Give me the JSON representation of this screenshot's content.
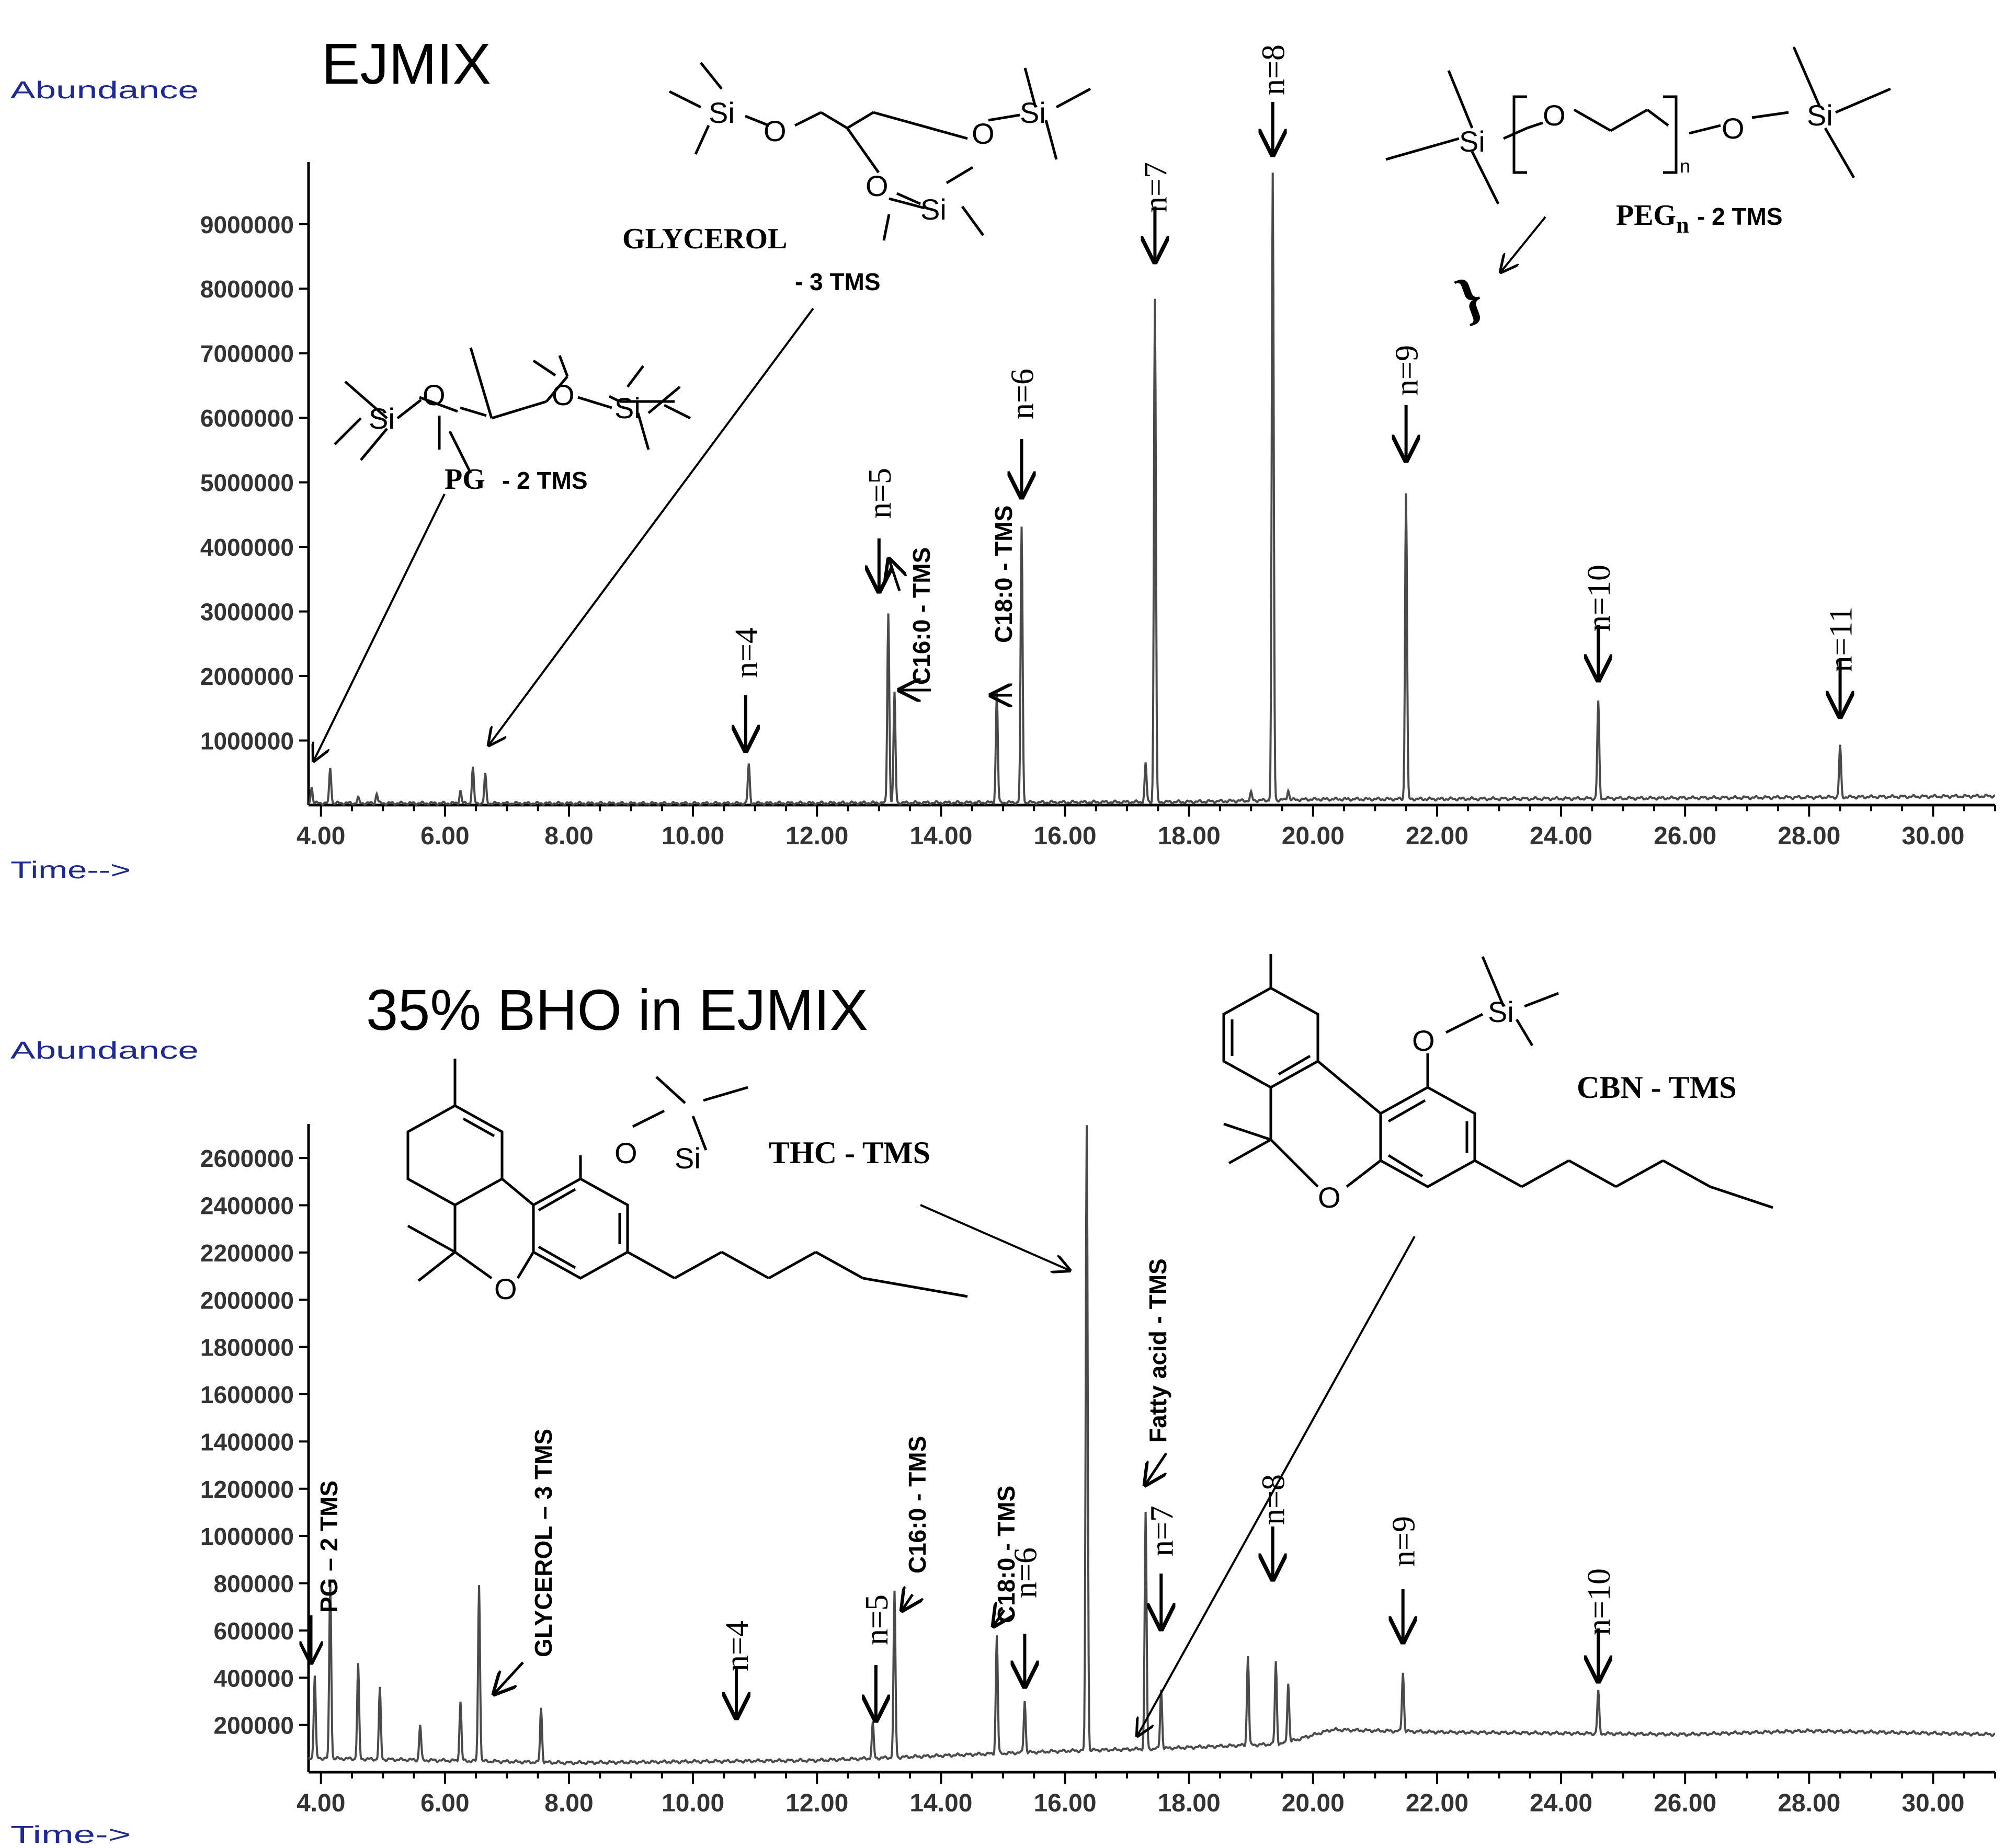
{
  "colors": {
    "trace": "#4a4a4a",
    "axis": "#000000",
    "small_label": "#1f2a8a"
  },
  "chart_data": [
    {
      "type": "line",
      "title": "EJMIX",
      "ylabel": "Abundance",
      "xlabel": "Time-->",
      "xlim": [
        3.8,
        31.0
      ],
      "ylim": [
        0,
        9800000
      ],
      "y_ticks": [
        1000000,
        2000000,
        3000000,
        4000000,
        5000000,
        6000000,
        7000000,
        8000000,
        9000000
      ],
      "y_tick_labels": [
        "1000000",
        "2000000",
        "3000000",
        "4000000",
        "5000000",
        "6000000",
        "7000000",
        "8000000",
        "9000000"
      ],
      "x_ticks": [
        4,
        6,
        8,
        10,
        12,
        14,
        16,
        18,
        20,
        22,
        24,
        26,
        28,
        30
      ],
      "x_tick_labels": [
        "4.00",
        "6.00",
        "8.00",
        "10.00",
        "12.00",
        "14.00",
        "16.00",
        "18.00",
        "20.00",
        "22.00",
        "24.00",
        "26.00",
        "28.00",
        "30.00"
      ],
      "baseline": [
        [
          3.8,
          30000
        ],
        [
          10,
          25000
        ],
        [
          18,
          50000
        ],
        [
          20,
          90000
        ],
        [
          24,
          100000
        ],
        [
          28,
          120000
        ],
        [
          31,
          140000
        ]
      ],
      "peaks": [
        [
          3.85,
          250000
        ],
        [
          4.15,
          550000
        ],
        [
          4.6,
          80000
        ],
        [
          4.9,
          150000
        ],
        [
          6.25,
          200000
        ],
        [
          6.45,
          550000
        ],
        [
          6.65,
          450000
        ],
        [
          10.9,
          600000
        ],
        [
          13.15,
          2950000
        ],
        [
          13.25,
          1700000
        ],
        [
          14.9,
          1700000
        ],
        [
          15.3,
          4250000
        ],
        [
          17.3,
          600000
        ],
        [
          17.45,
          7800000
        ],
        [
          19.0,
          120000
        ],
        [
          19.35,
          9700000
        ],
        [
          19.6,
          150000
        ],
        [
          21.5,
          4750000
        ],
        [
          24.6,
          1500000
        ],
        [
          28.5,
          800000
        ]
      ],
      "annotations": [
        {
          "id": "pg",
          "text": "PG",
          "suffix": "- 2 TMS"
        },
        {
          "id": "glycerol",
          "text": "GLYCEROL",
          "suffix": "- 3 TMS"
        },
        {
          "id": "peg",
          "text": "PEG",
          "sub": "n",
          "suffix": "- 2 TMS"
        },
        {
          "id": "c16",
          "text": "C16:0 - TMS"
        },
        {
          "id": "c18",
          "text": "C18:0 - TMS"
        }
      ],
      "peak_labels": [
        "n=4",
        "n=5",
        "n=6",
        "n=7",
        "n=8",
        "n=9",
        "n=10",
        "n=11"
      ]
    },
    {
      "type": "line",
      "title": "35% BHO in EJMIX",
      "ylabel": "Abundance",
      "xlabel": "Time->",
      "xlim": [
        3.8,
        31.0
      ],
      "ylim": [
        0,
        2700000
      ],
      "y_ticks": [
        200000,
        400000,
        600000,
        800000,
        1000000,
        1200000,
        1400000,
        1600000,
        1800000,
        2000000,
        2200000,
        2400000,
        2600000
      ],
      "y_tick_labels": [
        "200000",
        "400000",
        "600000",
        "800000",
        "1000000",
        "1200000",
        "1400000",
        "1600000",
        "1800000",
        "2000000",
        "2200000",
        "2400000",
        "2600000"
      ],
      "x_ticks": [
        4,
        6,
        8,
        10,
        12,
        14,
        16,
        18,
        20,
        22,
        24,
        26,
        28,
        30
      ],
      "x_tick_labels": [
        "4.00",
        "6.00",
        "8.00",
        "10.00",
        "12.00",
        "14.00",
        "16.00",
        "18.00",
        "20.00",
        "22.00",
        "24.00",
        "26.00",
        "28.00",
        "30.00"
      ],
      "baseline": [
        [
          3.8,
          60000
        ],
        [
          8,
          40000
        ],
        [
          12,
          50000
        ],
        [
          16,
          90000
        ],
        [
          17.5,
          100000
        ],
        [
          19.5,
          120000
        ],
        [
          20.3,
          180000
        ],
        [
          22,
          170000
        ],
        [
          26,
          160000
        ],
        [
          28,
          175000
        ],
        [
          31,
          160000
        ]
      ],
      "peaks": [
        [
          3.9,
          350000
        ],
        [
          4.15,
          750000
        ],
        [
          4.6,
          400000
        ],
        [
          4.95,
          300000
        ],
        [
          5.6,
          150000
        ],
        [
          6.25,
          250000
        ],
        [
          6.55,
          750000
        ],
        [
          7.55,
          230000
        ],
        [
          12.9,
          150000
        ],
        [
          13.25,
          700000
        ],
        [
          14.9,
          500000
        ],
        [
          15.35,
          220000
        ],
        [
          16.35,
          2650000
        ],
        [
          17.3,
          1000000
        ],
        [
          17.55,
          250000
        ],
        [
          18.95,
          380000
        ],
        [
          19.4,
          350000
        ],
        [
          19.6,
          250000
        ],
        [
          21.45,
          250000
        ],
        [
          24.6,
          180000
        ]
      ],
      "annotations": [
        {
          "id": "pg",
          "text": "PG – 2 TMS"
        },
        {
          "id": "glycerol",
          "text": "GLYCEROL – 3 TMS"
        },
        {
          "id": "c16",
          "text": "C16:0 - TMS"
        },
        {
          "id": "c18",
          "text": "C18:0 - TMS"
        },
        {
          "id": "fatty",
          "text": "Fatty acid - TMS"
        },
        {
          "id": "thc",
          "text": "THC - TMS"
        },
        {
          "id": "cbn",
          "text": "CBN - TMS"
        }
      ],
      "peak_labels": [
        "n=4",
        "n=5",
        "n=6",
        "n=7",
        "n=8",
        "n=9",
        "n=10"
      ]
    }
  ]
}
